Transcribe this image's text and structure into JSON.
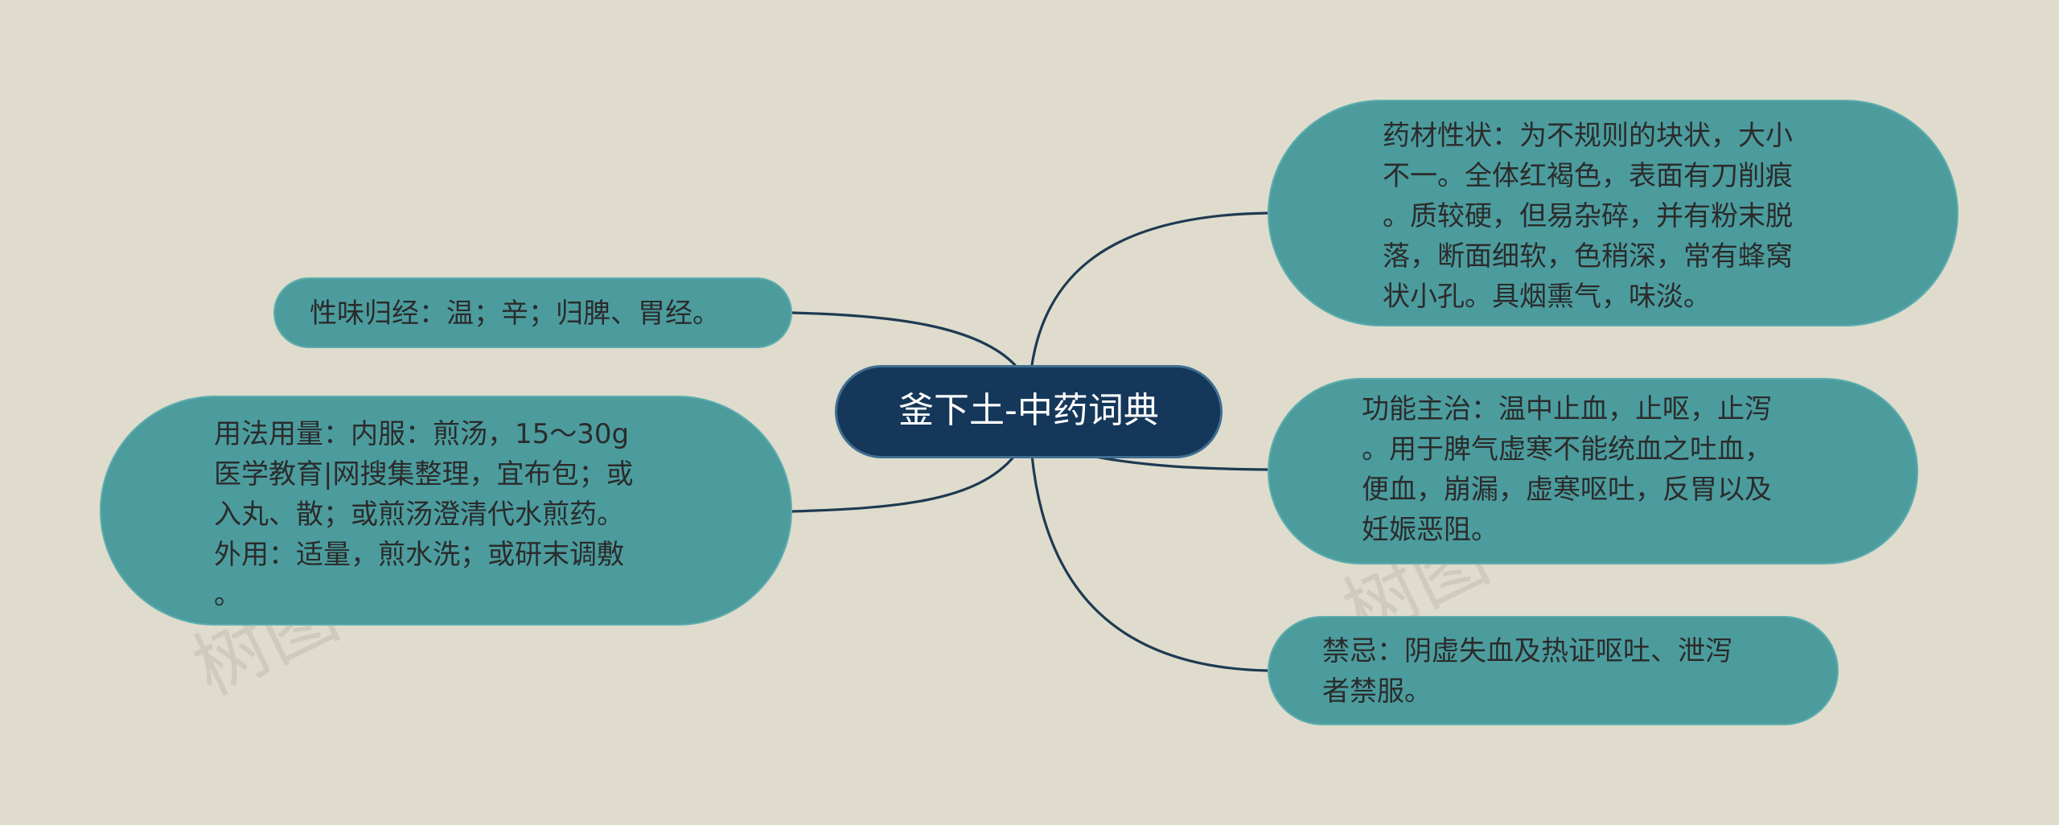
{
  "colors": {
    "background": "#dfdccd",
    "root_fill": "#15375a",
    "leaf_fill": "#4c9c9e",
    "connector": "#1e3a52",
    "root_text": "#ffffff",
    "leaf_text": "#2b2b2b"
  },
  "mindmap": {
    "root": {
      "label": "釜下土-中药词典"
    },
    "branches": [
      {
        "id": "xingwei",
        "text": "性味归经：温；辛；归脾、胃经。"
      },
      {
        "id": "yongfa",
        "text": "用法用量：内服：煎汤，15～30g\n医学教育|网搜集整理，宜布包；或\n入丸、散；或煎汤澄清代水煎药。\n外用：适量，煎水洗；或研末调敷\n。"
      },
      {
        "id": "yaocai",
        "text": "药材性状：为不规则的块状，大小\n不一。全体红褐色，表面有刀削痕\n。质较硬，但易杂碎，并有粉末脱\n落，断面细软，色稍深，常有蜂窝\n状小孔。具烟熏气，味淡。"
      },
      {
        "id": "gongneng",
        "text": "功能主治：温中止血，止呕，止泻\n。用于脾气虚寒不能统血之吐血，\n便血，崩漏，虚寒呕吐，反胃以及\n妊娠恶阻。"
      },
      {
        "id": "jinji",
        "text": "禁忌：阴虚失血及热证呕吐、泄泻\n者禁服。"
      }
    ]
  },
  "watermark": {
    "text": "树图 shutu.cn"
  }
}
